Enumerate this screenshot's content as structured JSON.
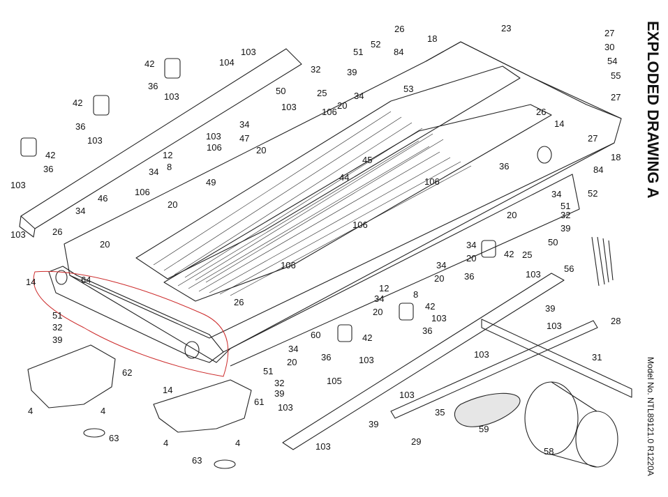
{
  "title": "EXPLODED DRAWING A",
  "model": "Model No. NTL89121.0 R1220A",
  "colors": {
    "line": "#222222",
    "highlight": "#cc2a2a",
    "belt": "#e6e6e6"
  },
  "part_labels": {
    "p26a": "26",
    "p18a": "18",
    "p23": "23",
    "p27a": "27",
    "p30": "30",
    "p54": "54",
    "p55": "55",
    "p27b": "27",
    "p103a": "103",
    "p104": "104",
    "p42a": "42",
    "p36a": "36",
    "p103b": "103",
    "p42b": "42",
    "p36b": "36",
    "p103c": "103",
    "p42c": "42",
    "p36c": "36",
    "p103d": "103",
    "p103e": "103",
    "p51a": "51",
    "p52a": "52",
    "p84a": "84",
    "p32a": "32",
    "p39a": "39",
    "p53": "53",
    "p50a": "50",
    "p25a": "25",
    "p34a": "34",
    "p103f": "103",
    "p106a": "106",
    "p20a": "20",
    "p34b": "34",
    "p103g": "103",
    "p106b": "106",
    "p47": "47",
    "p20b": "20",
    "p12a": "12",
    "p8a": "8",
    "p34c": "34",
    "p106c": "106",
    "p20c": "20",
    "p49": "49",
    "p46": "46",
    "p34d": "34",
    "p26b": "26",
    "p20d": "20",
    "p44": "44",
    "p45": "45",
    "p26c": "26",
    "p14a": "14",
    "p27c": "27",
    "p18b": "18",
    "p36d": "36",
    "p84b": "84",
    "p52b": "52",
    "p106d": "106",
    "p34e": "34",
    "p51b": "51",
    "p20e": "20",
    "p32b": "32",
    "p39b": "39",
    "p50b": "50",
    "p25b": "25",
    "p106e": "106",
    "p34f": "34",
    "p20f": "20",
    "p42d": "42",
    "p106f": "106",
    "p34g": "34",
    "p20g": "20",
    "p36e": "36",
    "p103h": "103",
    "p56": "56",
    "p14b": "14",
    "p64": "64",
    "p12b": "12",
    "p8b": "8",
    "p34h": "34",
    "p20h": "20",
    "p42e": "42",
    "p26d": "26",
    "p103i": "103",
    "p36f": "36",
    "p39c": "39",
    "p103j": "103",
    "p28": "28",
    "p51c": "51",
    "p32c": "32",
    "p39d": "39",
    "p60": "60",
    "p42f": "42",
    "p36g": "36",
    "p103k": "103",
    "p34i": "34",
    "p20i": "20",
    "p103l": "103",
    "p31": "31",
    "p62": "62",
    "p14c": "14",
    "p51d": "51",
    "p32d": "32",
    "p39e": "39",
    "p61": "61",
    "p105": "105",
    "p4a": "4",
    "p4b": "4",
    "p103m": "103",
    "p103n": "103",
    "p35": "35",
    "p39f": "39",
    "p59": "59",
    "p29": "29",
    "p63a": "63",
    "p4c": "4",
    "p4d": "4",
    "p103o": "103",
    "p63b": "63",
    "p58": "58"
  }
}
